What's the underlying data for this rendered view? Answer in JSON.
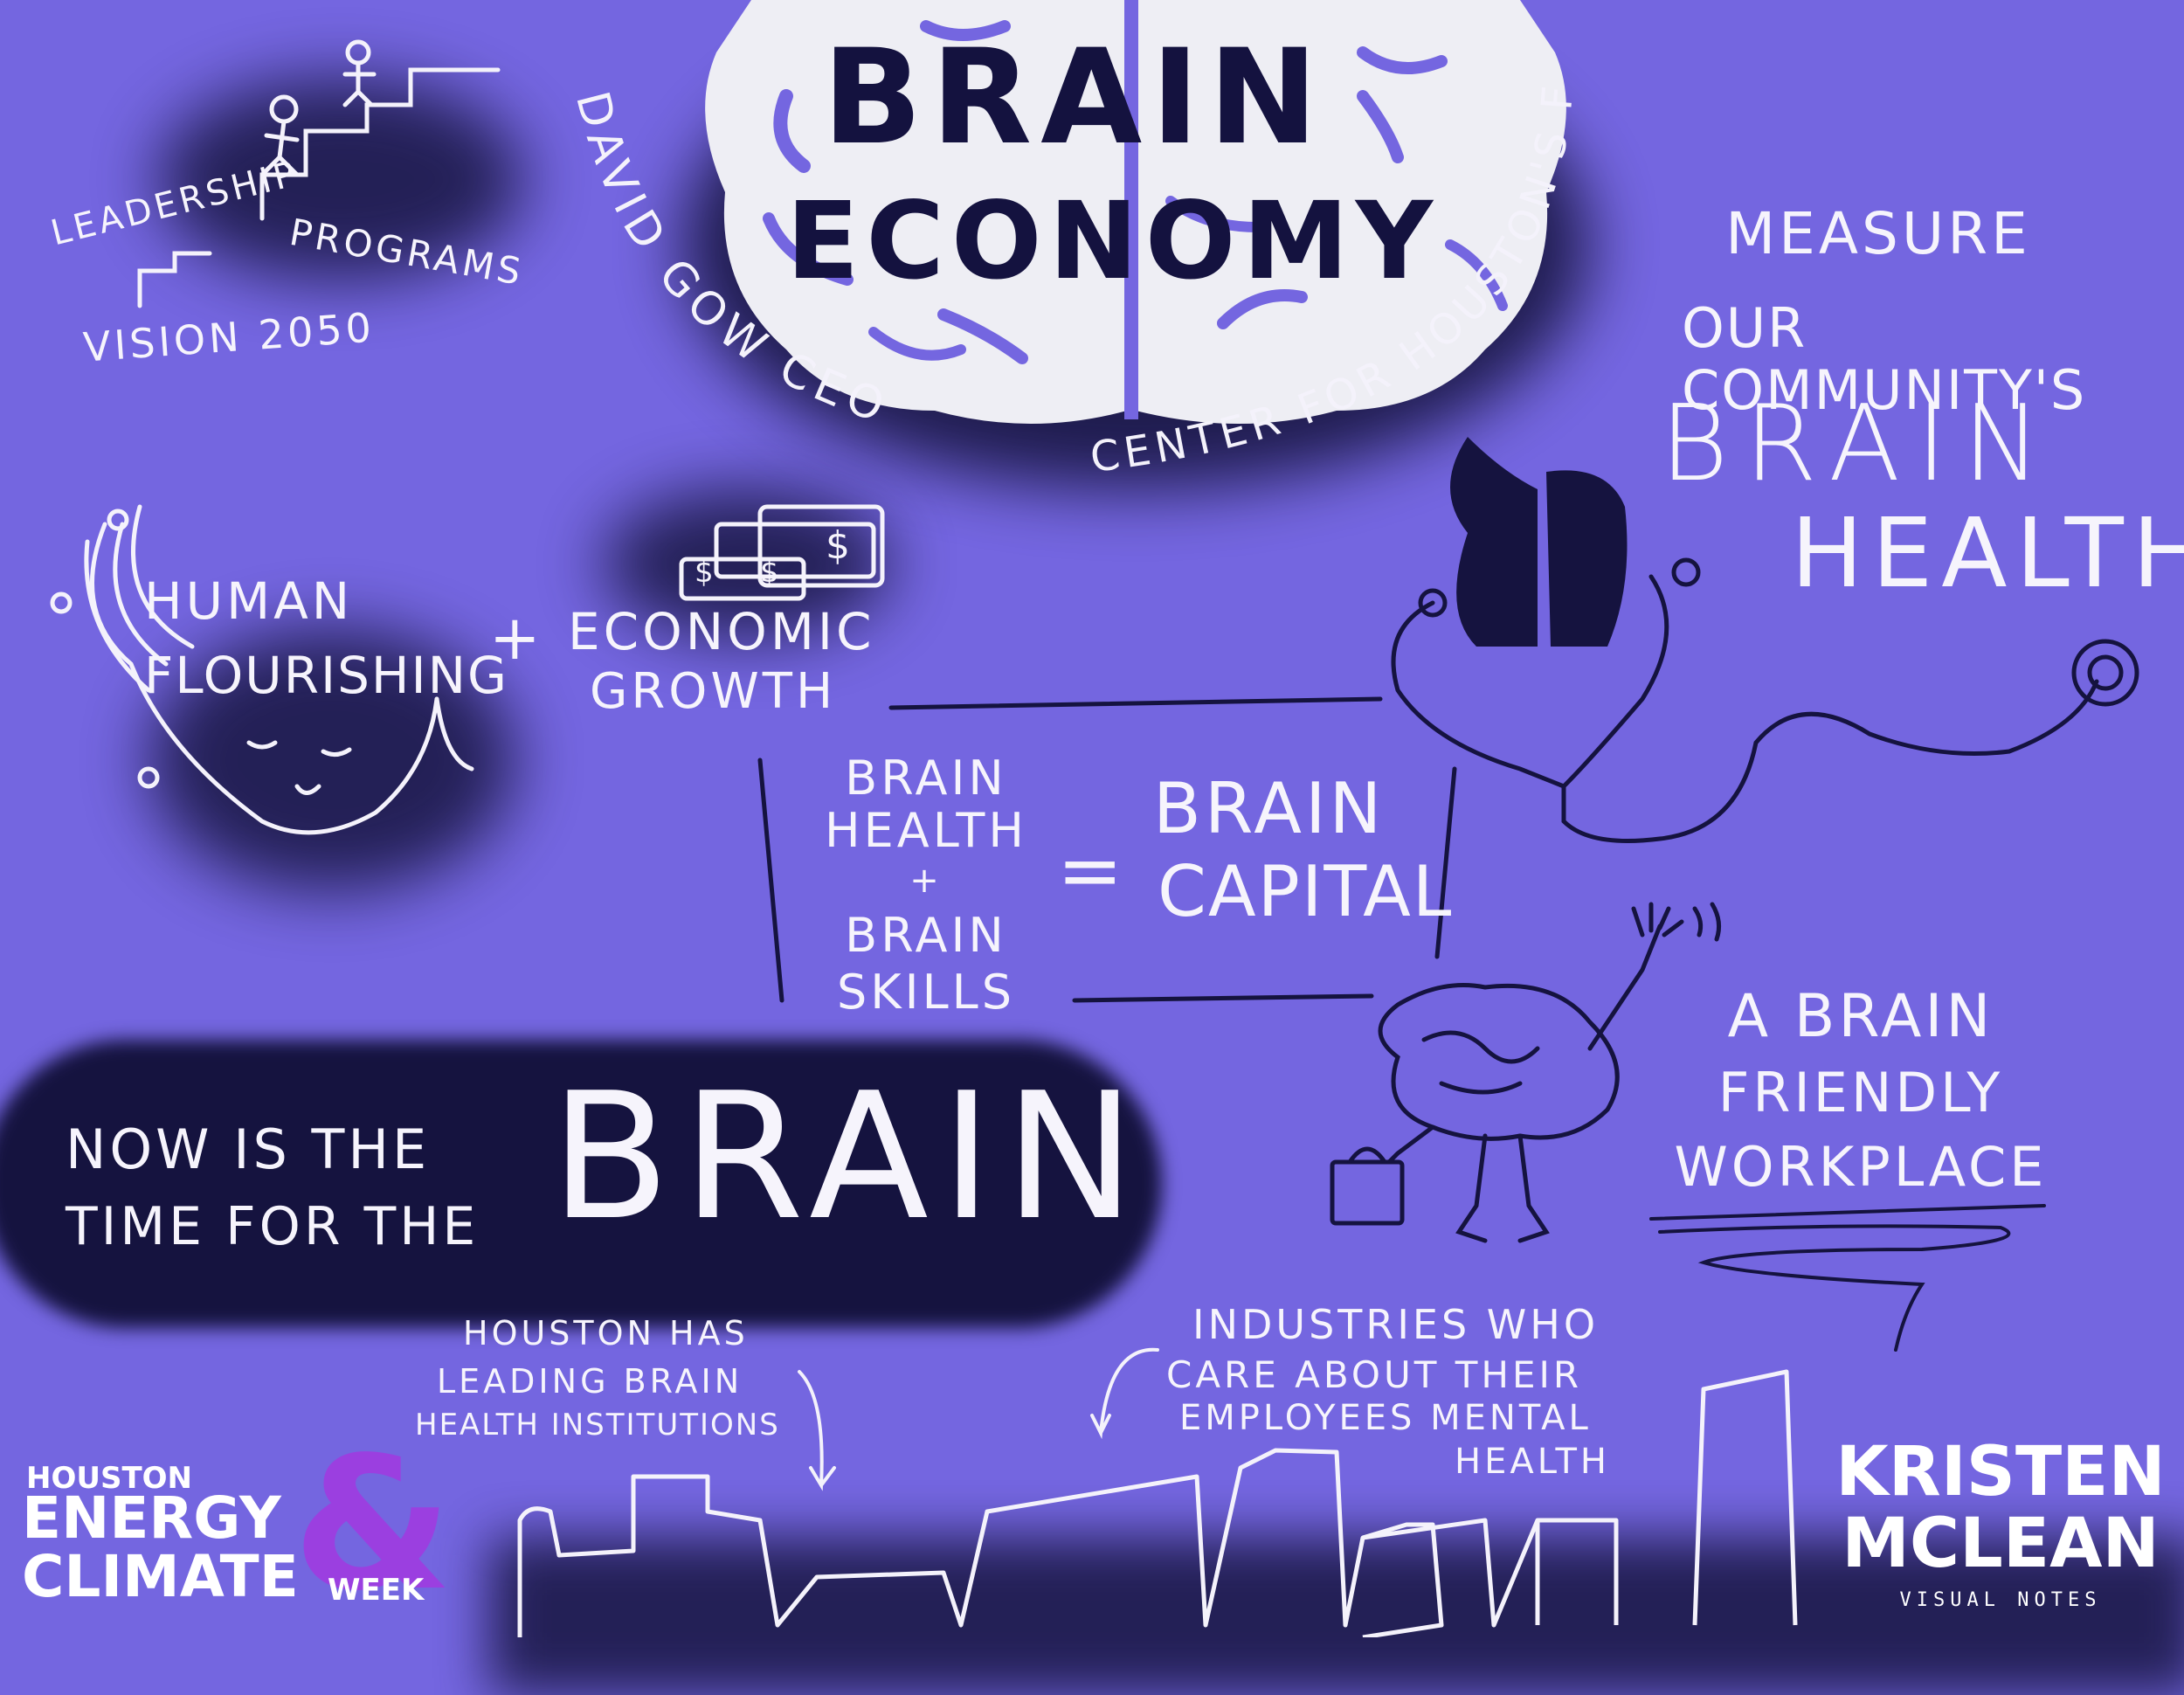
{
  "title": {
    "line1": "BRAIN",
    "line2": "ECONOMY",
    "speaker_left": "DAVID GOW CEO",
    "speaker_right": "CENTER FOR HOUSTON'S FUTURE"
  },
  "leadership": {
    "line1": "LEADERSHIP",
    "line2": "PROGRAMS",
    "vision": "VISION 2050"
  },
  "measure": {
    "line1": "MEASURE",
    "line2": "OUR COMMUNITY'S",
    "line3": "BRAIN",
    "line4": "HEALTH"
  },
  "flourishing": {
    "line1": "HUMAN",
    "line2": "FLOURISHING",
    "plus": "+",
    "econ1": "ECONOMIC",
    "econ2": "GROWTH",
    "dollar": "$"
  },
  "equation": {
    "l1": "BRAIN",
    "l2": "HEALTH",
    "l3": "+",
    "l4": "BRAIN",
    "l5": "SKILLS",
    "equals": "=",
    "r1": "BRAIN",
    "r2": "CAPITAL"
  },
  "workplace": {
    "line1": "A BRAIN",
    "line2": "FRIENDLY",
    "line3": "WORKPLACE"
  },
  "now": {
    "line1": "NOW IS THE",
    "line2": "TIME FOR THE",
    "big": "BRAIN"
  },
  "houston": {
    "line1": "HOUSTON HAS",
    "line2": "LEADING BRAIN",
    "line3": "HEALTH INSTITUTIONS"
  },
  "industries": {
    "line1": "INDUSTRIES WHO",
    "line2": "CARE ABOUT THEIR",
    "line3": "EMPLOYEES MENTAL",
    "line4": "HEALTH"
  },
  "logo_left": {
    "houston": "HOUSTON",
    "energy": "ENERGY",
    "climate": "CLIMATE",
    "week": "WEEK",
    "amp": "&"
  },
  "logo_right": {
    "line1": "KRISTEN",
    "line2": "MCLEAN",
    "sub": "VISUAL NOTES"
  },
  "colors": {
    "background": "#7466e0",
    "ink_dark": "#14123f",
    "chalk": "#f4f2fb",
    "brain_fill": "#eeeef4",
    "amp_purple": "#9b3fe0"
  }
}
